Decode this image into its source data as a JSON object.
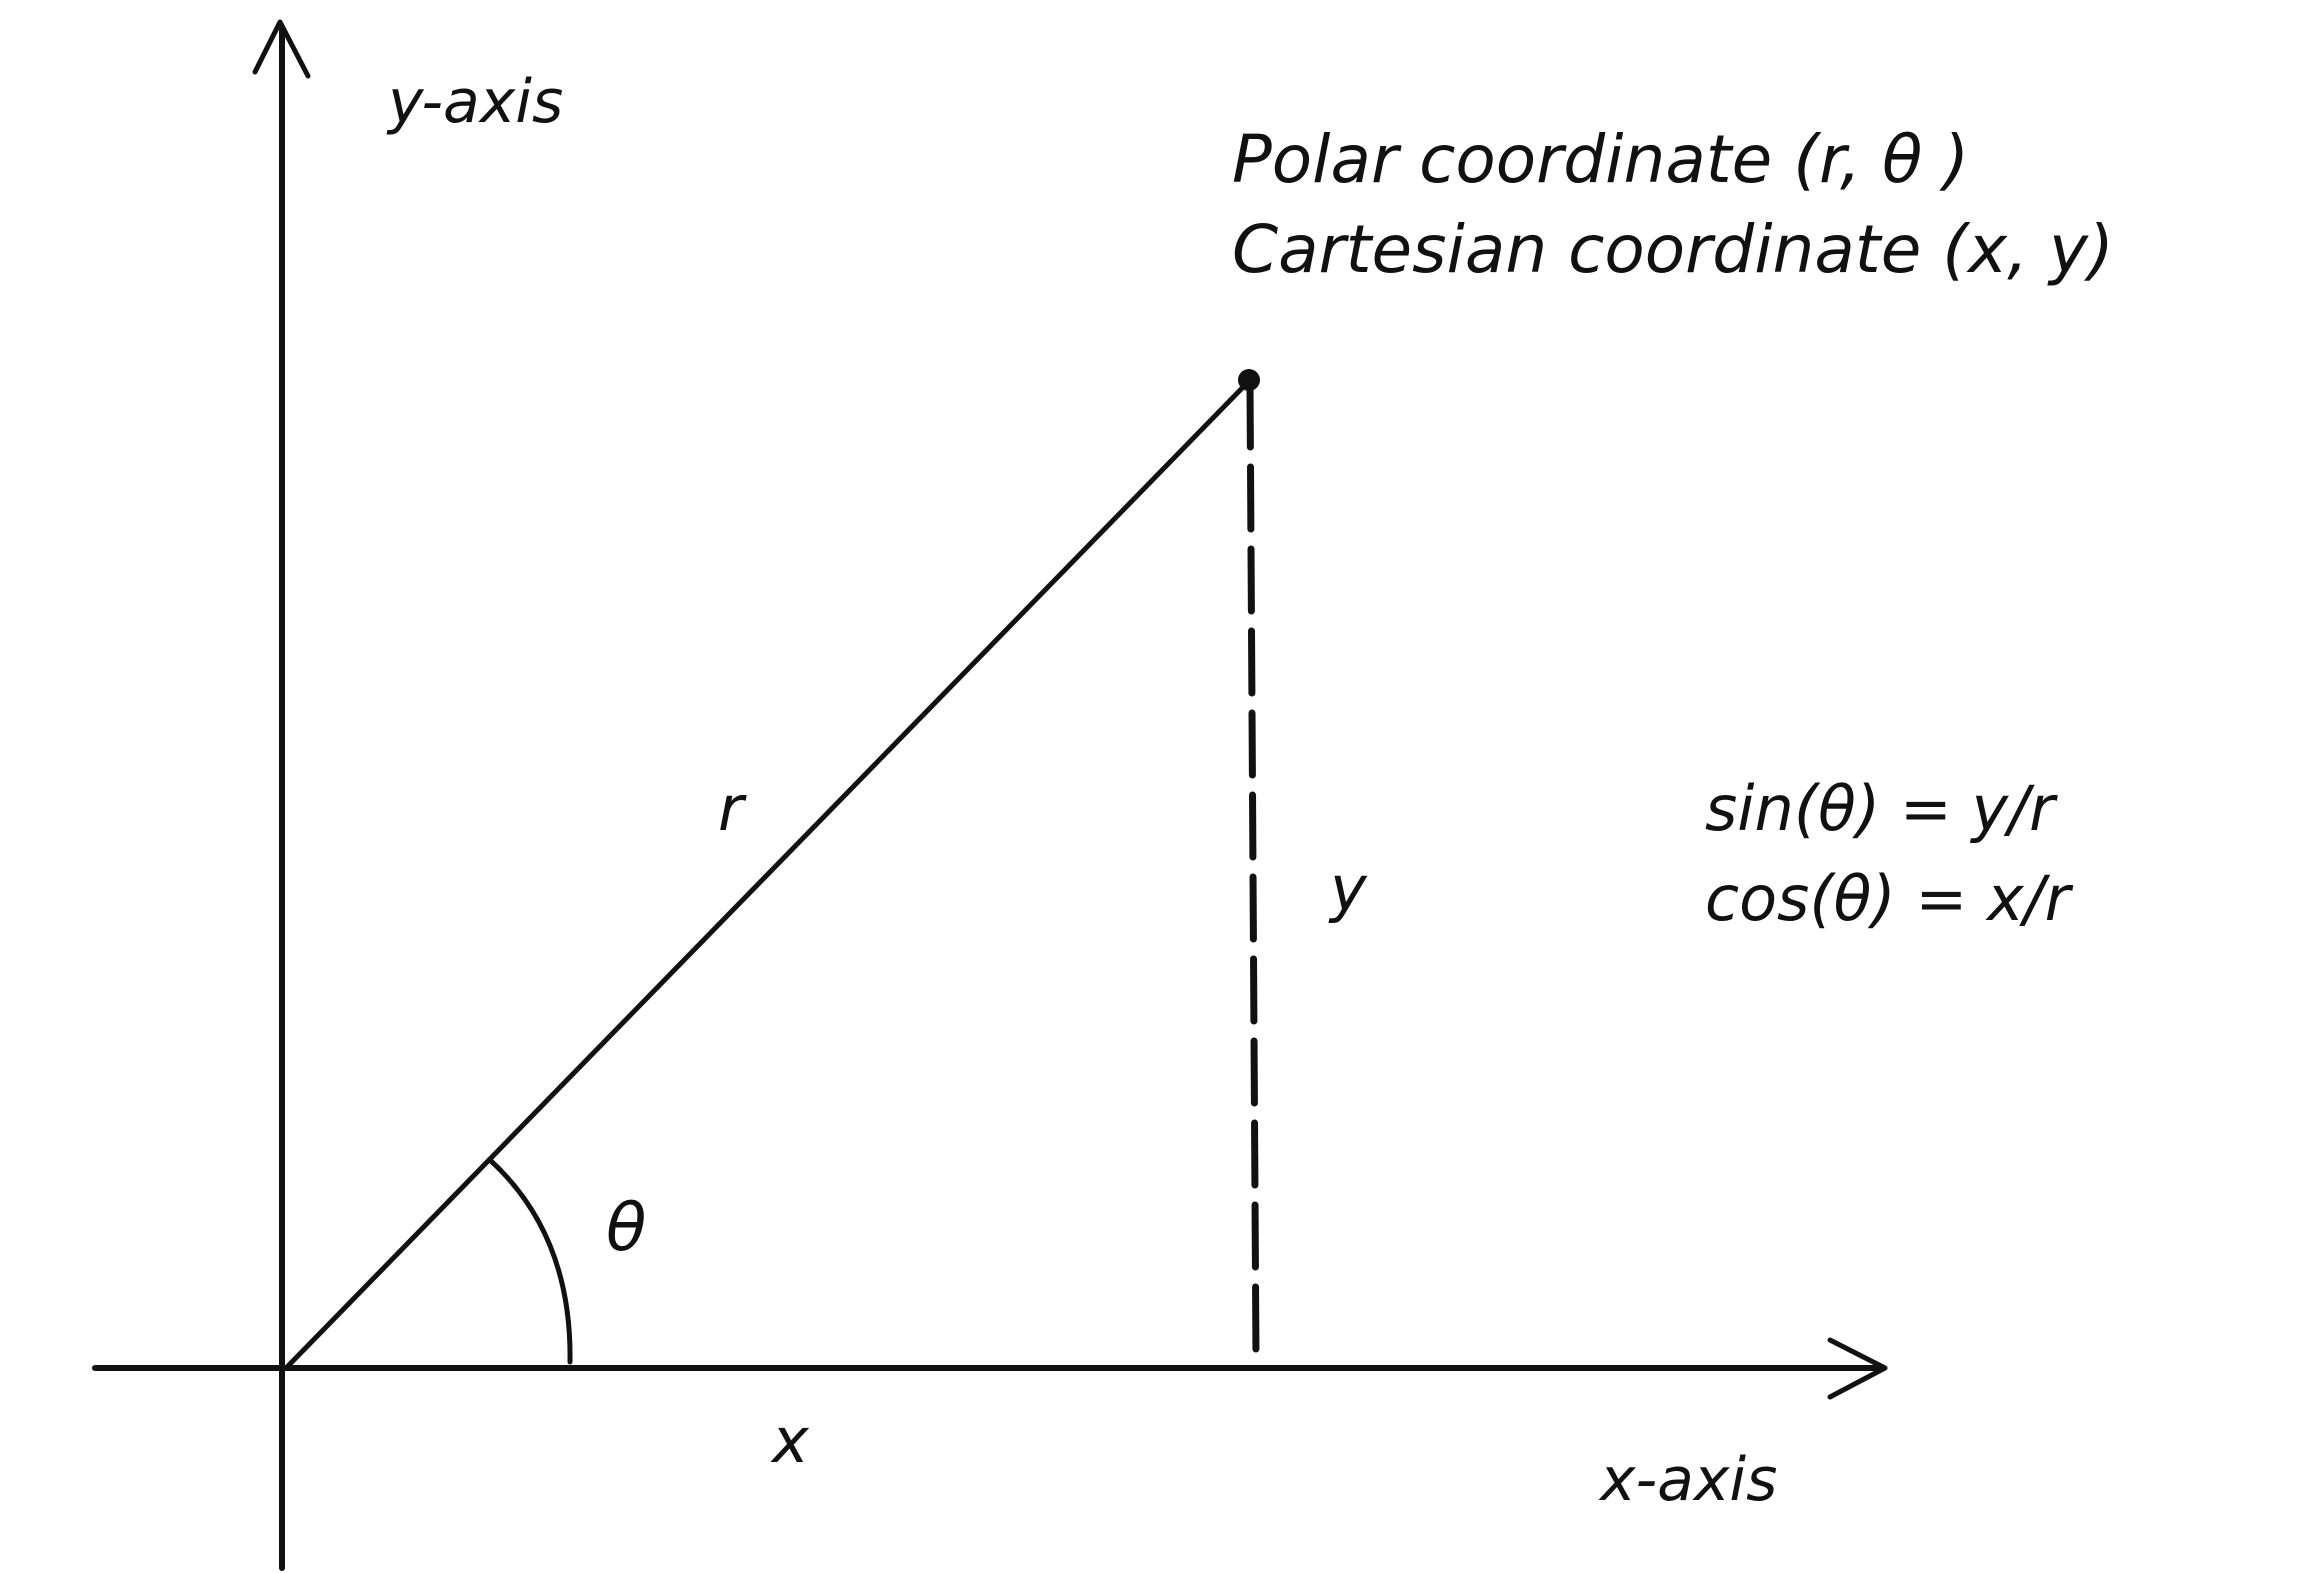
{
  "labels": {
    "y_axis": "y-axis",
    "x_axis": "x-axis",
    "polar": "Polar coordinate (r, θ )",
    "cartesian": "Cartesian coordinate (x, y)",
    "r": "r",
    "y": "y",
    "x": "x",
    "theta": "θ",
    "sin": "sin(θ) = y/r",
    "cos": "cos(θ) = x/r"
  },
  "colors": {
    "ink": "#111111",
    "background": "#ffffff"
  }
}
